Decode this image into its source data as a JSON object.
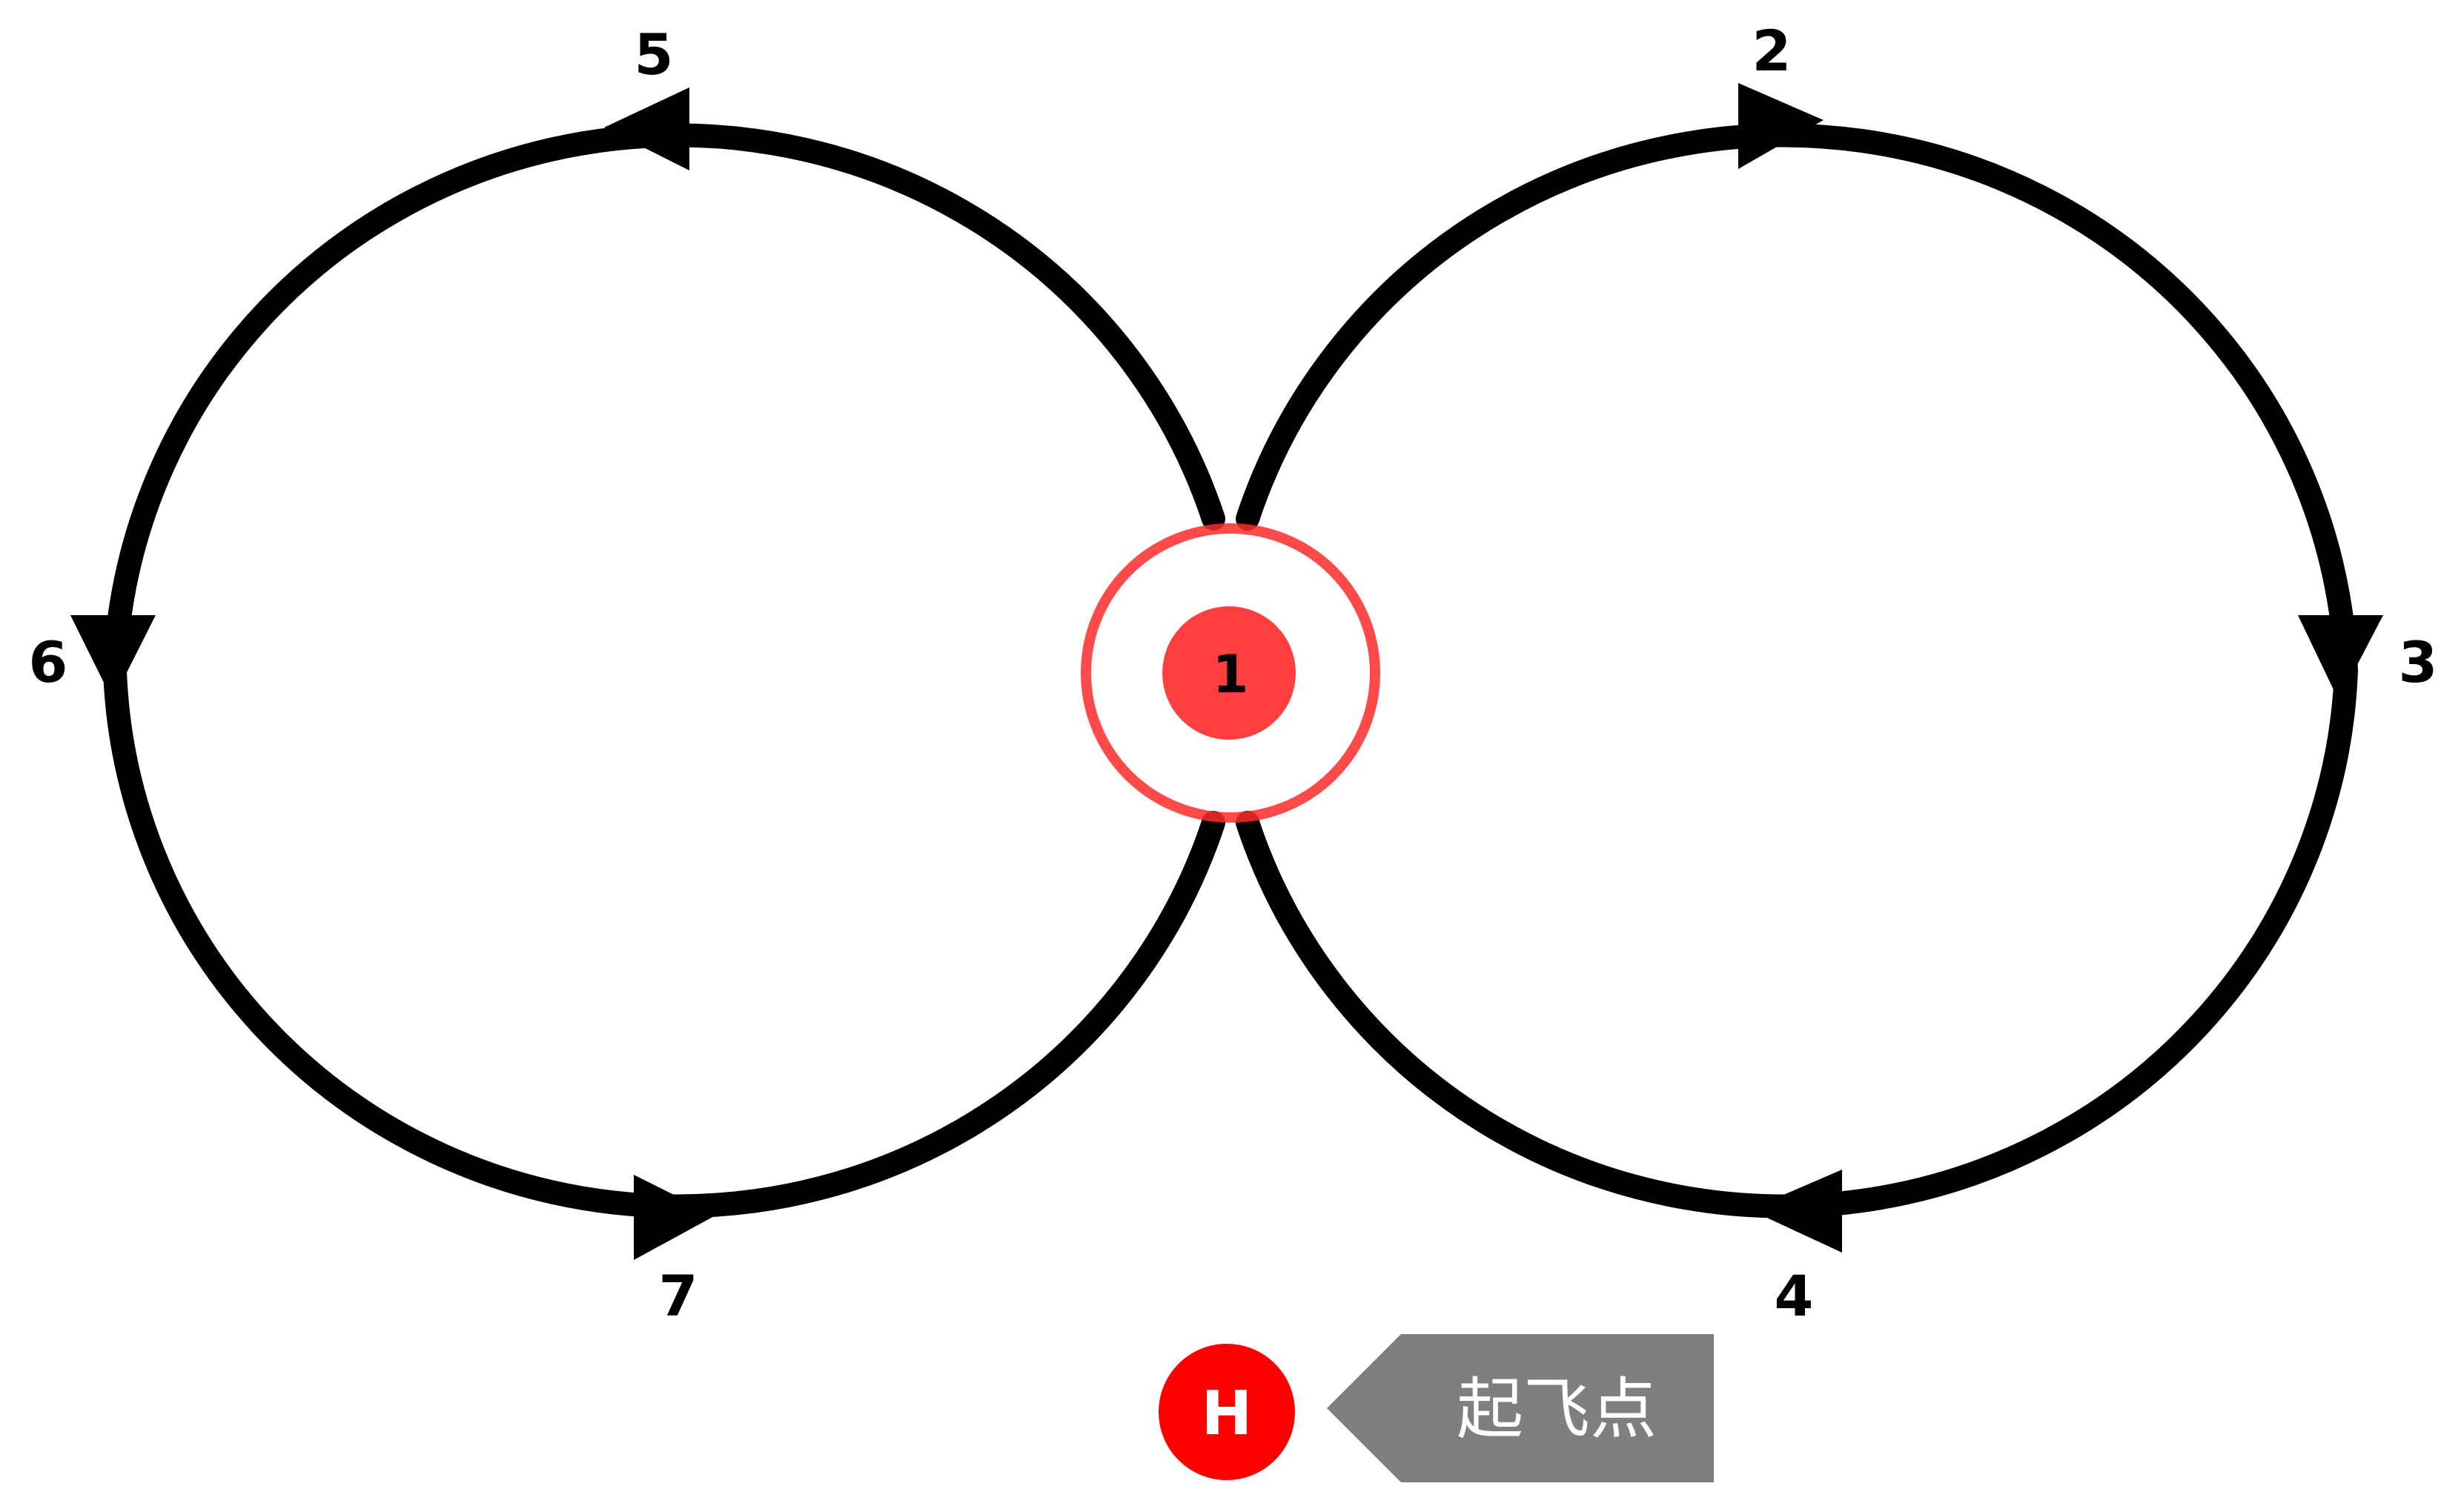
{
  "waypoints": {
    "start": "1",
    "right_top": "2",
    "right_side": "3",
    "right_bottom": "4",
    "left_top": "5",
    "left_side": "6",
    "left_bottom": "7"
  },
  "home": {
    "letter": "H",
    "label": "起飞点"
  },
  "colors": {
    "path": "#000000",
    "start_marker": "#ff2a2a",
    "home_marker": "#ff0000",
    "callout": "#7f7f7f"
  }
}
